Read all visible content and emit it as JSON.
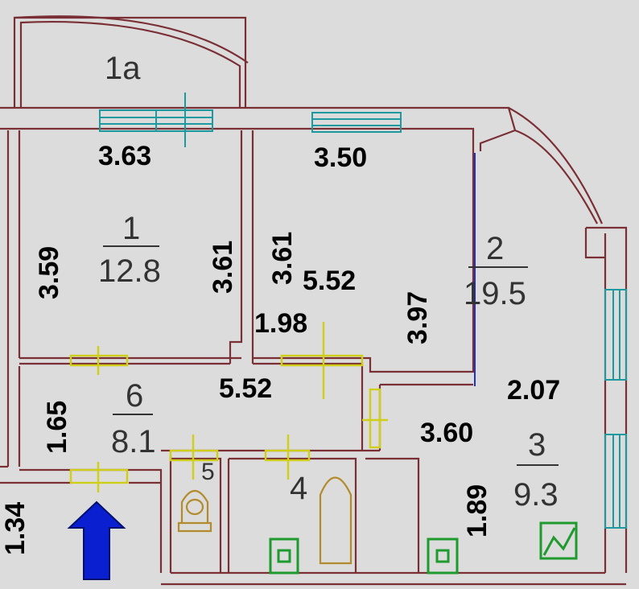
{
  "rooms": [
    {
      "id": "1a",
      "number": "1a",
      "area": ""
    },
    {
      "id": "1",
      "number": "1",
      "area": "12.8"
    },
    {
      "id": "2",
      "number": "2",
      "area": "19.5"
    },
    {
      "id": "3",
      "number": "3",
      "area": "9.3"
    },
    {
      "id": "4",
      "number": "4",
      "area": ""
    },
    {
      "id": "5",
      "number": "5",
      "area": ""
    },
    {
      "id": "6",
      "number": "6",
      "area": "8.1"
    }
  ],
  "dimensions": {
    "room1_width": "3.63",
    "room2_width": "3.50",
    "room1_left_height": "3.59",
    "room1_right_height": "3.61",
    "room2_left_height": "3.61",
    "room2_mid": "5.52",
    "room2_right_height": "3.97",
    "wall_segment": "1.98",
    "hall_width": "5.52",
    "hall_height": "1.65",
    "room3_width": "2.07",
    "room3_side": "3.60",
    "room3_height": "1.89",
    "corridor_height": "1.34"
  },
  "colors": {
    "wall": "#7a2f35",
    "window": "#1c9aa0",
    "door": "#cfcf1a",
    "fixture": "#b38b2c",
    "vent": "#1e9a2e",
    "entry_arrow": "#0a1fd0",
    "background": "#dcdcdc"
  },
  "icons": [
    "entry-arrow-icon",
    "toilet-icon",
    "bathtub-icon",
    "vent-icon",
    "stove-icon"
  ]
}
